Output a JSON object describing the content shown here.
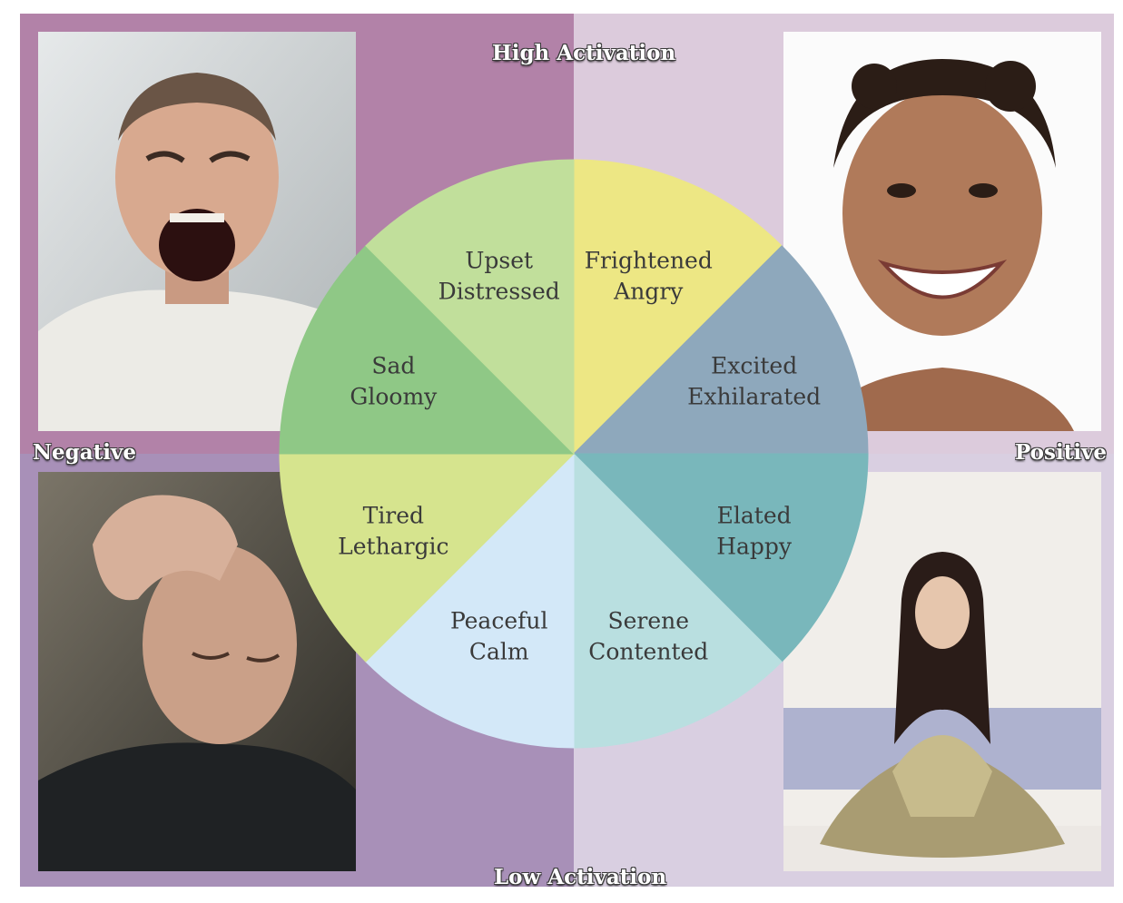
{
  "axes": {
    "top": "High Activation",
    "bottom": "Low Activation",
    "left": "Negative",
    "right": "Positive"
  },
  "segments": [
    {
      "line1": "Frightened",
      "line2": "Angry",
      "color": "#ede784"
    },
    {
      "line1": "Excited",
      "line2": "Exhilarated",
      "color": "#8ea8bc"
    },
    {
      "line1": "Elated",
      "line2": "Happy",
      "color": "#79b7bb"
    },
    {
      "line1": "Serene",
      "line2": "Contented",
      "color": "#b9dfe0"
    },
    {
      "line1": "Peaceful",
      "line2": "Calm",
      "color": "#d3e8f8"
    },
    {
      "line1": "Tired",
      "line2": "Lethargic",
      "color": "#d6e48e"
    },
    {
      "line1": "Sad",
      "line2": "Gloomy",
      "color": "#8fc886"
    },
    {
      "line1": "Upset",
      "line2": "Distressed",
      "color": "#c1df9b"
    }
  ],
  "photos": {
    "top_left": "angry-shouting-man-photo",
    "top_right": "laughing-woman-photo",
    "bottom_left": "tired-man-hand-on-head-photo",
    "bottom_right": "meditating-woman-photo"
  }
}
